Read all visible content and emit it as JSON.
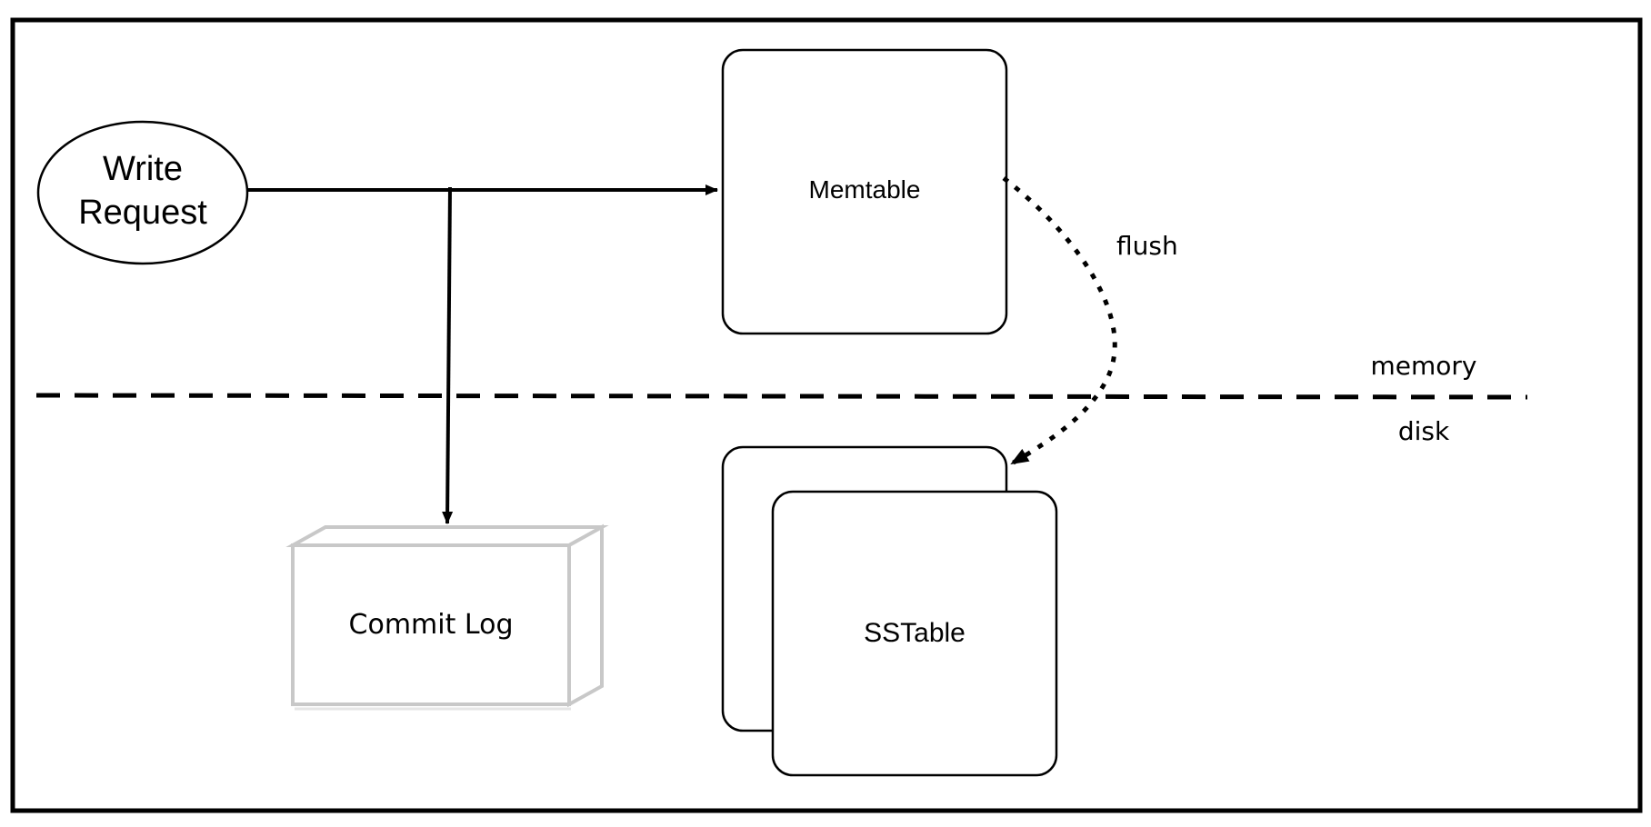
{
  "nodes": {
    "write_request": {
      "line1": "Write",
      "line2": "Request"
    },
    "memtable": {
      "label": "Memtable"
    },
    "commit_log": {
      "label": "Commit Log"
    },
    "sstable": {
      "label": "SSTable"
    }
  },
  "edges": {
    "flush": {
      "label": "flush"
    }
  },
  "regions": {
    "memory": {
      "label": "memory"
    },
    "disk": {
      "label": "disk"
    }
  },
  "colors": {
    "stroke": "#000000",
    "commit_log_stroke": "#c8c8c8",
    "background": "#ffffff"
  }
}
